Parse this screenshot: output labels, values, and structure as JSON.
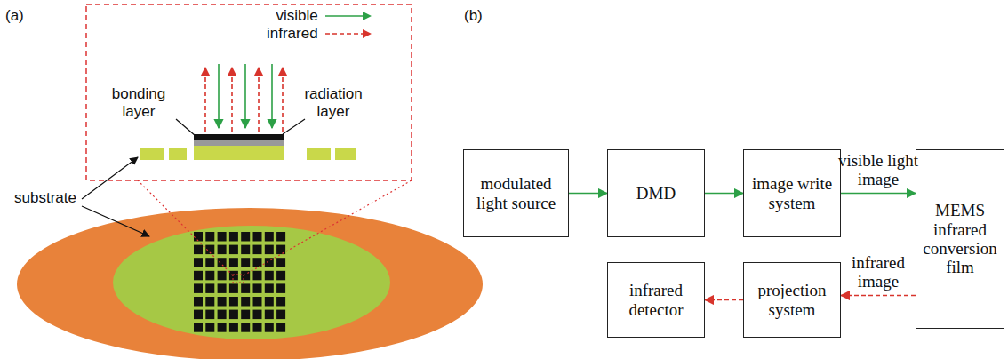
{
  "diagram": {
    "nodes": [
      {
        "text": [
          "modulated light source"
        ]
      },
      {
        "text": [
          "DMD"
        ]
      },
      {
        "text": [
          "image write system"
        ]
      },
      {
        "text": [
          "MEMS infrared conversion film"
        ]
      },
      {
        "text": [
          "infrared detector"
        ]
      },
      {
        "text": [
          "projection system"
        ]
      }
    ],
    "edges": [
      {
        "from": 0,
        "to": 1,
        "arrow": "to"
      },
      {
        "from": 1,
        "to": 2,
        "arrow": "to"
      },
      {
        "from": 2,
        "to": 3,
        "arrow": "to",
        "label": "visible light image"
      },
      {
        "from": 3,
        "to": 5,
        "arrow": "to",
        "label": "infrared image"
      },
      {
        "from": 5,
        "to": 4,
        "arrow": "to"
      }
    ],
    "labels": [
      "(a)",
      "(b)",
      "bonding layer",
      "radiation layer",
      "substrate"
    ],
    "legend": [
      {
        "text": "visible"
      },
      {
        "text": "infrared"
      }
    ]
  }
}
